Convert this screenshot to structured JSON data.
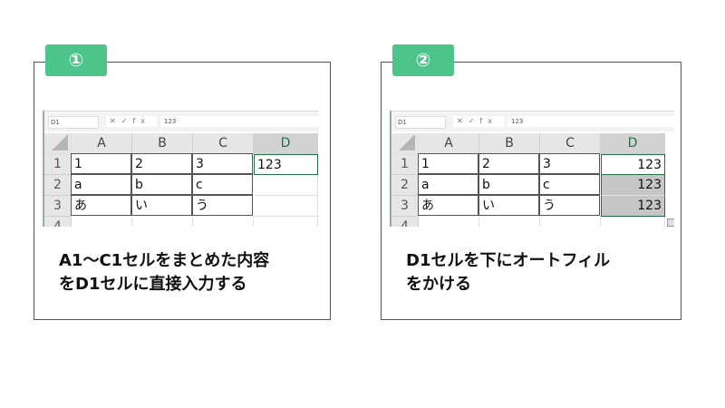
{
  "panels": [
    {
      "badge": "①",
      "name_box": "D1",
      "formula_icons": "✕✓fx",
      "formula_value": "123",
      "columns": [
        "A",
        "B",
        "C",
        "D"
      ],
      "selected_column": "D",
      "rows": [
        {
          "num": "1",
          "cells": [
            "1",
            "2",
            "3",
            "123"
          ]
        },
        {
          "num": "2",
          "cells": [
            "a",
            "b",
            "c",
            ""
          ]
        },
        {
          "num": "3",
          "cells": [
            "あ",
            "い",
            "う",
            ""
          ]
        },
        {
          "num": "4",
          "cells": [
            "",
            "",
            "",
            ""
          ]
        }
      ],
      "d_align": "left",
      "filled_rows": [],
      "caption_lines": [
        "A1～C1セルをまとめた内容",
        "をD1セルに直接入力する"
      ]
    },
    {
      "badge": "②",
      "name_box": "D1",
      "formula_icons": "✕✓fx",
      "formula_value": "123",
      "columns": [
        "A",
        "B",
        "C",
        "D"
      ],
      "selected_column": "D",
      "rows": [
        {
          "num": "1",
          "cells": [
            "1",
            "2",
            "3",
            "123"
          ]
        },
        {
          "num": "2",
          "cells": [
            "a",
            "b",
            "c",
            "123"
          ]
        },
        {
          "num": "3",
          "cells": [
            "あ",
            "い",
            "う",
            "123"
          ]
        },
        {
          "num": "4",
          "cells": [
            "",
            "",
            "",
            ""
          ]
        }
      ],
      "d_align": "right",
      "filled_rows": [
        1,
        2
      ],
      "caption_lines": [
        "D1セルを下にオートフィル",
        "をかける"
      ]
    }
  ],
  "colors": {
    "badge": "#4dc48a",
    "selection": "#217346",
    "fill_selection": "#c6c6c6"
  }
}
